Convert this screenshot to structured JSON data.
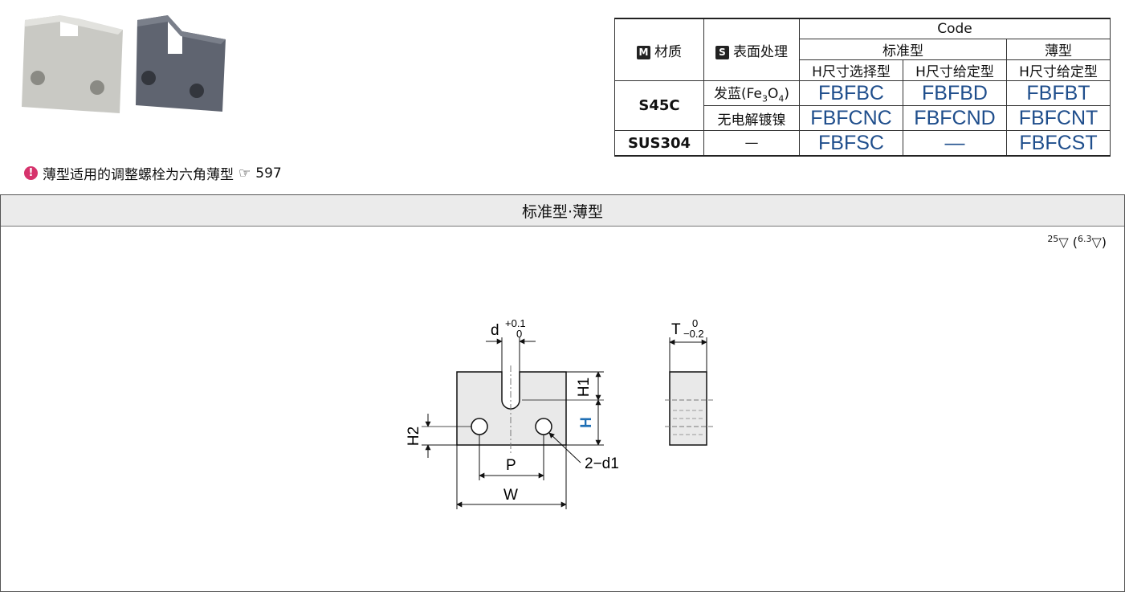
{
  "note": {
    "text": "薄型适用的调整螺栓为六角薄型",
    "ref": "☞",
    "page": "597"
  },
  "table": {
    "h_material": "材质",
    "h_treatment": "表面处理",
    "badge_m": "M",
    "badge_s": "S",
    "h_code": "Code",
    "h_standard": "标准型",
    "h_thin": "薄型",
    "sub": [
      "H尺寸选择型",
      "H尺寸给定型",
      "H尺寸给定型"
    ],
    "rows": [
      {
        "material": "S45C",
        "treatment": "发蓝(Fe3O4)",
        "codes": [
          "FBFBC",
          "FBFBD",
          "FBFBT"
        ]
      },
      {
        "material": "",
        "treatment": "无电解镀镍",
        "codes": [
          "FBFCNC",
          "FBFCND",
          "FBFCNT"
        ]
      },
      {
        "material": "SUS304",
        "treatment": "—",
        "codes": [
          "FBFSC",
          "—",
          "FBFCST"
        ]
      }
    ]
  },
  "section_title": "标准型·薄型",
  "roughness": {
    "a": "25",
    "b": "6.3"
  },
  "drawing": {
    "d": "d",
    "d_tol_up": "+0.1",
    "d_tol_lo": "0",
    "T": "T",
    "T_tol_up": "0",
    "T_tol_lo": "−0.2",
    "H1": "H1",
    "H": "H",
    "H2": "H2",
    "P": "P",
    "W": "W",
    "d1": "2−d1"
  },
  "colors": {
    "code_blue": "#1f4e8c",
    "accent_blue": "#1f6fb5"
  }
}
